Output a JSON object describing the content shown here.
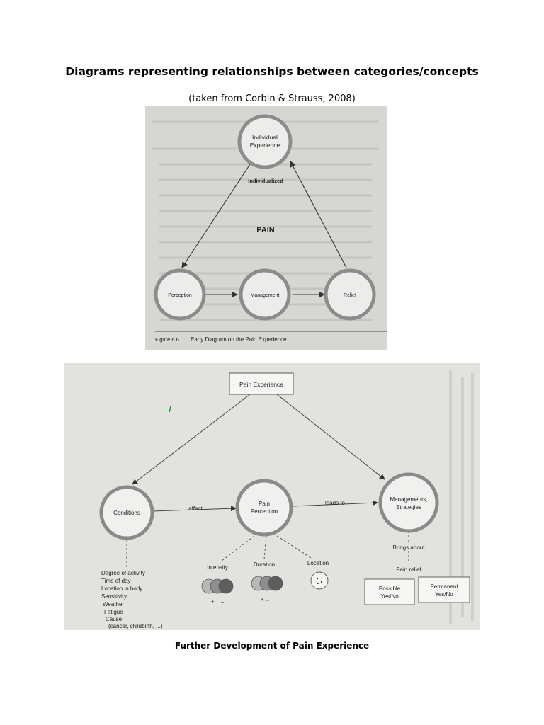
{
  "page": {
    "title": "Diagrams representing relationships between categories/concepts",
    "subtitle": "(taken from Corbin & Strauss, 2008)",
    "bottom_caption": "Further Development of Pain Experience"
  },
  "diagram1": {
    "nodes": {
      "individual_line1": "Individual",
      "individual_line2": "Experience",
      "perception": "Perception",
      "management": "Management",
      "relief": "Relief"
    },
    "edge_label_individualized": "Individualized",
    "center_label": "PAIN",
    "figure_number": "Figure 6.6",
    "figure_caption": "Early Diagram on the Pain Experience"
  },
  "diagram2": {
    "root": "Pain Experience",
    "nodes": {
      "conditions": "Conditions",
      "pain_perception_line1": "Pain",
      "pain_perception_line2": "Perception",
      "managements_line1": "Managements,",
      "managements_line2": "Strategies"
    },
    "edge_affect": "affect",
    "edge_leads_to": "leads to",
    "dimensions": {
      "intensity": "Intensity",
      "duration": "Duration",
      "location": "Location"
    },
    "conditions_list": [
      "Degree of activity",
      "Time of day",
      "Location in body",
      "Sensitivity",
      "Weather",
      "Fatigue",
      "Cause",
      "(cancer, childbirth, ...)"
    ],
    "intensity_scale": "+  ...  –",
    "duration_scale": "+  ...  –",
    "brings_about": "Brings about",
    "pain_relief": "Pain relief",
    "outcome_possible_line1": "Possible",
    "outcome_possible_line2": "Yes/No",
    "outcome_permanent_line1": "Permanent",
    "outcome_permanent_line2": "Yes/No"
  },
  "colors": {
    "scan1_bg": "#d6d6d2",
    "scan2_bg": "#e2e2de",
    "circle_stroke": "#8c8c8c",
    "ink": "#333333"
  }
}
